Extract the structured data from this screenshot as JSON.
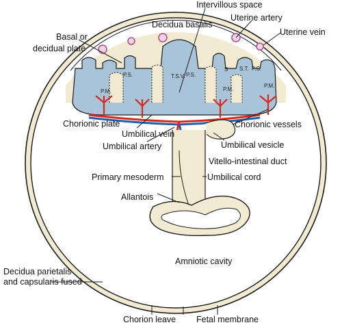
{
  "labels": {
    "intervillous_space": "Intervillous space",
    "uterine_artery": "Uterine artery",
    "uterine_vein": "Uterine vein",
    "basal_plate_line1": "Basal or",
    "basal_plate_line2": "decidual plate",
    "decidua_basalis": "Decidua basalis",
    "chorionic_plate": "Chorionic plate",
    "umbilical_vein": "Umbilical vein",
    "umbilical_artery": "Umbilical artery",
    "chorionic_vessels": "Chorionic vessels",
    "umbilical_vesicle": "Umbilical vesicle",
    "vitello_intestinal_duct": "Vitello-intestinal duct",
    "primary_mesoderm": "Primary mesoderm",
    "umbilical_cord": "Umbilical cord",
    "allantois": "Allantois",
    "amniotic_cavity": "Amniotic cavity",
    "decidua_fused_line1": "Decidua parietalis",
    "decidua_fused_line2": "and capsularis fused",
    "chorion_leave": "Chorion leave",
    "fetal_membrane": "Fetal membrane"
  },
  "abbreviations": {
    "ps1": "P.S.",
    "tsv": "T.S.V.",
    "ps2": "P.S.",
    "s_vertical": "S",
    "st": "S.T.",
    "ps3": "P.S.",
    "pm1": "P.M.",
    "pm2": "P.M.",
    "pm3": "P.M."
  },
  "colors": {
    "outline": "#1a1a1a",
    "decidua": "#f3ead2",
    "villus": "#a9c4d8",
    "artery": "#d6281f",
    "vein": "#1f5fa8",
    "spiral": "#b04a8a"
  }
}
